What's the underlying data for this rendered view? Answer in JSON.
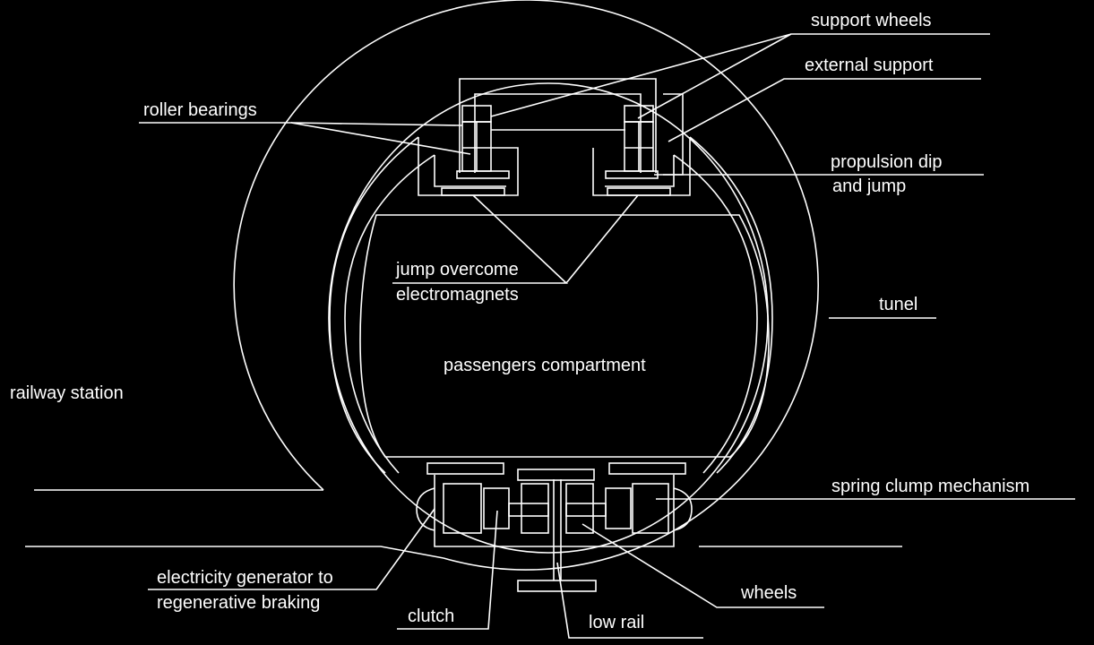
{
  "diagram": {
    "background": "#000000",
    "stroke": "#ffffff",
    "labels": {
      "support_wheels": "support wheels",
      "external_support": "external support",
      "roller_bearings": "roller bearings",
      "propulsion_dip_1": "propulsion dip",
      "propulsion_dip_2": "and jump",
      "jump_overcome_1": "jump overcome",
      "jump_overcome_2": "electromagnets",
      "tunel": "tunel",
      "passengers_compartment": "passengers compartment",
      "railway_station": "railway station",
      "spring_clump": "spring clump mechanism",
      "generator_1": "electricity generator to",
      "generator_2": "regenerative braking",
      "wheels": "wheels",
      "clutch": "clutch",
      "low_rail": "low rail"
    }
  }
}
